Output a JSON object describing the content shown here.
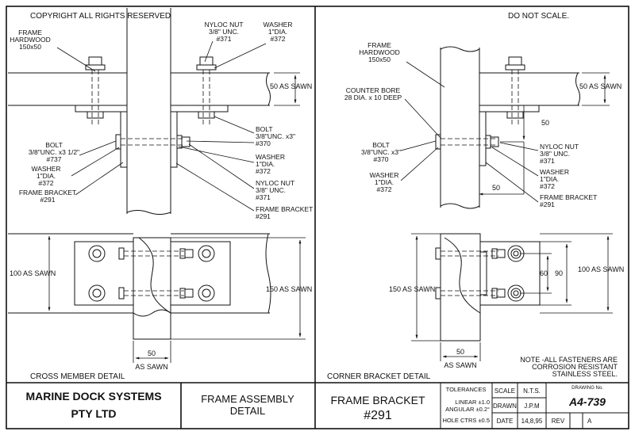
{
  "header": {
    "copyright": "COPYRIGHT ALL RIGHTS RESERVED",
    "do_not_scale": "DO NOT SCALE."
  },
  "left_detail": {
    "frame_label": [
      "FRAME",
      "HARDWOOD",
      "150x50"
    ],
    "nyloc_top": [
      "NYLOC NUT",
      "3/8\" UNC.",
      "#371"
    ],
    "washer_top": [
      "WASHER",
      "1\"DIA.",
      "#372"
    ],
    "fifty_as_sawn": "50 AS SAWN",
    "bolt_left": [
      "BOLT",
      "3/8\"UNC. x3 1/2\"",
      "#737"
    ],
    "washer_left": [
      "WASHER",
      "1\"DIA.",
      "#372"
    ],
    "frame_bracket_left": [
      "FRAME BRACKET",
      "#291"
    ],
    "bolt_right": [
      "BOLT",
      "3/8\"UNC. x3\"",
      "#370"
    ],
    "washer_right": [
      "WASHER",
      "1\"DIA.",
      "#372"
    ],
    "nyloc_right": [
      "NYLOC NUT",
      "3/8\" UNC.",
      "#371"
    ],
    "frame_bracket_right": [
      "FRAME BRACKET",
      "#291"
    ],
    "hundred_as_sawn": "100 AS SAWN",
    "onefifty_as_sawn": "150 AS SAWN",
    "fifty": "50",
    "as_sawn": "AS SAWN",
    "title": "CROSS MEMBER DETAIL"
  },
  "right_detail": {
    "frame_label": [
      "FRAME",
      "HARDWOOD",
      "150x50"
    ],
    "counter_bore": [
      "COUNTER BORE",
      "28 DIA. x 10 DEEP"
    ],
    "fifty_as_sawn": "50 AS SAWN",
    "fifty_a": "50",
    "fifty_b": "50",
    "bolt": [
      "BOLT",
      "3/8\"UNC. x3\"",
      "#370"
    ],
    "washer_left": [
      "WASHER",
      "1\"DIA.",
      "#372"
    ],
    "nyloc": [
      "NYLOC NUT",
      "3/8\" UNC.",
      "#371"
    ],
    "washer_right": [
      "WASHER",
      "1\"DIA.",
      "#372"
    ],
    "frame_bracket": [
      "FRAME BRACKET",
      "#291"
    ],
    "onefifty_as_sawn": "150 AS SAWN",
    "sixty": "60",
    "ninety": "90",
    "hundred_as_sawn": "100 AS SAWN",
    "fifty": "50",
    "as_sawn": "AS SAWN",
    "note": [
      "NOTE -ALL FASTENERS ARE",
      "CORROSION RESISTANT",
      "STAINLESS STEEL."
    ],
    "title": "CORNER BRACKET DETAIL"
  },
  "title_block": {
    "company": [
      "MARINE DOCK SYSTEMS",
      "PTY LTD"
    ],
    "drawing_title": [
      "FRAME ASSEMBLY",
      "DETAIL"
    ],
    "part": [
      "FRAME BRACKET",
      "#291"
    ],
    "tolerances": "TOLERANCES",
    "linear": "LINEAR ±1.0",
    "angular": "ANGULAR ±0.2°",
    "hole_ctrs": "HOLE CTRS ±0.5",
    "scale_label": "SCALE",
    "scale_value": "N.T.S.",
    "drawn_label": "DRAWN",
    "drawn_value": "J.P.M",
    "date_label": "DATE",
    "date_value": "14,8,95",
    "drawing_no_label": "DRAWING No.",
    "drawing_no": "A4-739",
    "rev_label": "REV",
    "rev_value": "A"
  }
}
